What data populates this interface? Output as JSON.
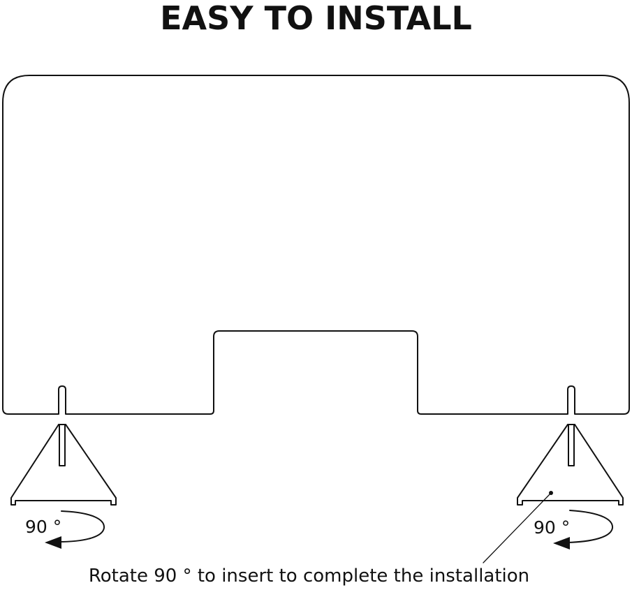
{
  "title": "EASY TO INSTALL",
  "rotation_label_left": "90 °",
  "rotation_label_right": "90 °",
  "caption": "Rotate 90 ° to insert to complete the installation",
  "colors": {
    "line": "#111111",
    "background": "#ffffff"
  }
}
